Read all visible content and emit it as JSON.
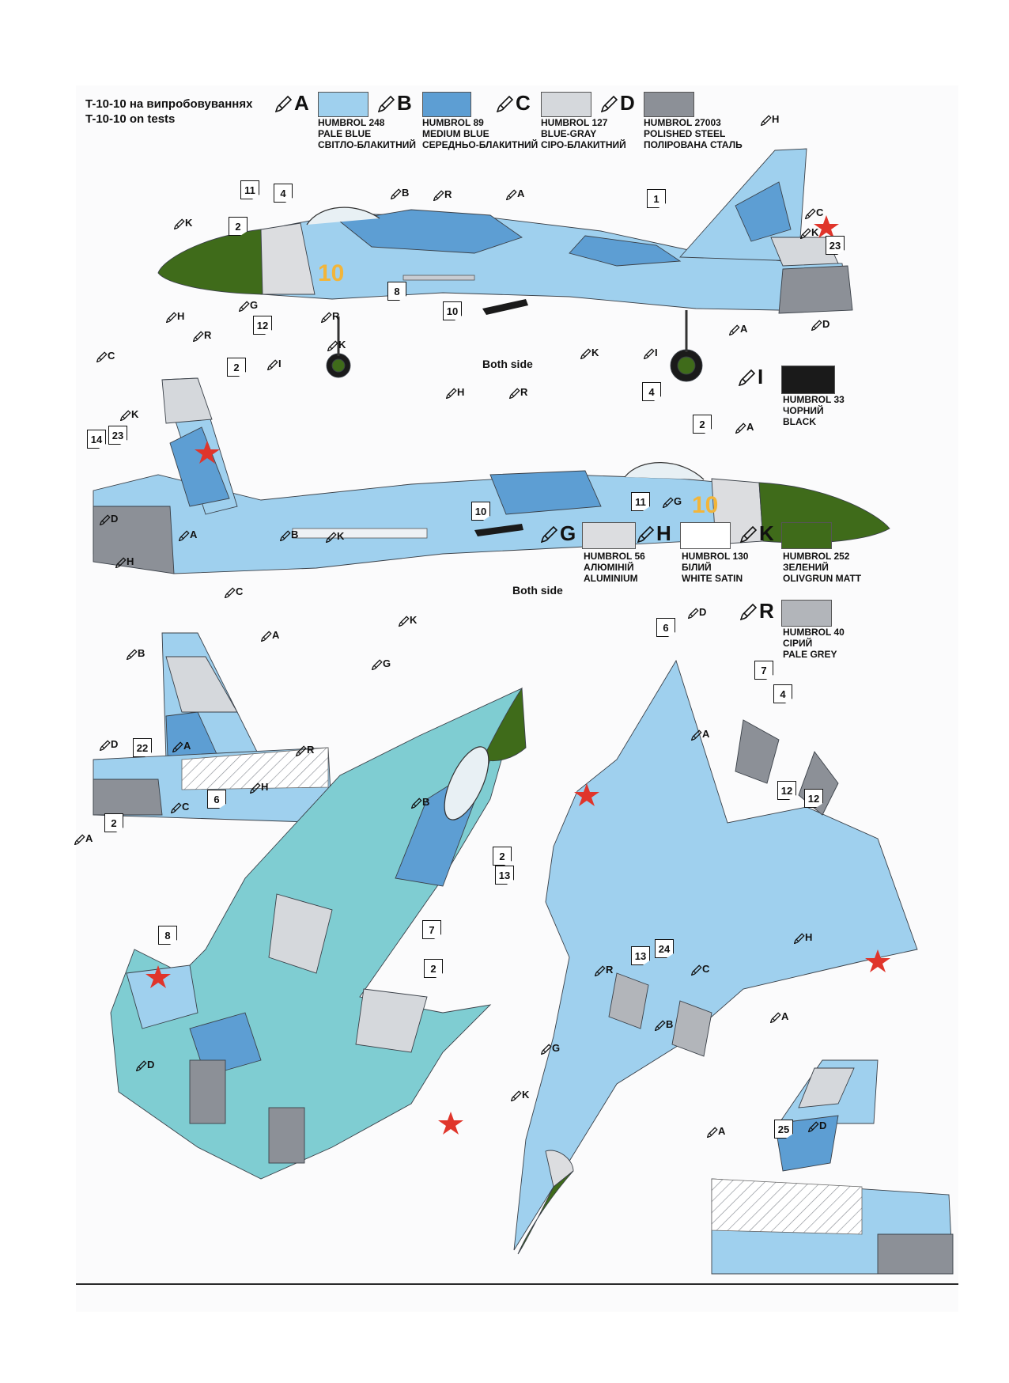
{
  "title": {
    "line1": "T-10-10 на випробовуваннях",
    "line2": "T-10-10 on tests"
  },
  "colors": {
    "A": "#9fd0ee",
    "B": "#5d9ed3",
    "C": "#d5d8dc",
    "D": "#8c9097",
    "G": "#dcdde0",
    "H": "#ffffff",
    "I": "#1a1a1a",
    "K": "#3f6b1a",
    "R": "#b2b5ba",
    "teal": "#7fcdd2",
    "star": "#e0352b"
  },
  "paints": [
    {
      "key": "A",
      "letter": "A",
      "line1": "HUMBROL 248",
      "line2": "PALE BLUE",
      "line3": "СВІТЛО-БЛАКИТНИЙ"
    },
    {
      "key": "B",
      "letter": "B",
      "line1": "HUMBROL 89",
      "line2": "MEDIUM BLUE",
      "line3": "СЕРЕДНЬО-БЛАКИТНИЙ"
    },
    {
      "key": "C",
      "letter": "C",
      "line1": "HUMBROL 127",
      "line2": "BLUE-GRAY",
      "line3": "СІРО-БЛАКИТНИЙ"
    },
    {
      "key": "D",
      "letter": "D",
      "line1": "HUMBROL 27003",
      "line2": "POLISHED STEEL",
      "line3": "ПОЛІРОВАНА СТАЛЬ"
    },
    {
      "key": "I",
      "letter": "I",
      "line1": "HUMBROL 33",
      "line2": "ЧОРНИЙ",
      "line3": "BLACK"
    },
    {
      "key": "G",
      "letter": "G",
      "line1": "HUMBROL 56",
      "line2": "АЛЮМІНІЙ",
      "line3": "ALUMINIUM"
    },
    {
      "key": "H",
      "letter": "H",
      "line1": "HUMBROL 130",
      "line2": "БІЛИЙ",
      "line3": "WHITE SATIN"
    },
    {
      "key": "K",
      "letter": "K",
      "line1": "HUMBROL 252",
      "line2": "ЗЕЛЕНИЙ",
      "line3": "OLIVGRUN MATT"
    },
    {
      "key": "R",
      "letter": "R",
      "line1": "HUMBROL 40",
      "line2": "СІРИЙ",
      "line3": "PALE GREY"
    }
  ],
  "notes": {
    "both_side_1": "Both side",
    "both_side_2": "Both side"
  },
  "callouts": [
    "11",
    "4",
    "2",
    "1",
    "23",
    "8",
    "12",
    "10",
    "2",
    "4",
    "14",
    "23",
    "2",
    "11",
    "10",
    "22",
    "6",
    "2",
    "8",
    "7",
    "2",
    "6",
    "7",
    "4",
    "12",
    "12",
    "2",
    "13",
    "24",
    "13",
    "25",
    "22"
  ],
  "refs": [
    "K",
    "B",
    "R",
    "A",
    "H",
    "C",
    "K",
    "G",
    "R",
    "I",
    "K",
    "K",
    "I",
    "A",
    "D",
    "H",
    "R",
    "C",
    "K",
    "A",
    "B",
    "K",
    "D",
    "G",
    "H",
    "R",
    "A",
    "H",
    "C",
    "A",
    "B",
    "D",
    "A",
    "K",
    "G",
    "R",
    "B",
    "H",
    "C",
    "A",
    "D",
    "D",
    "A",
    "G",
    "K",
    "H",
    "C",
    "B",
    "A",
    "D",
    "A",
    "R"
  ],
  "aircraft_marking": "10"
}
